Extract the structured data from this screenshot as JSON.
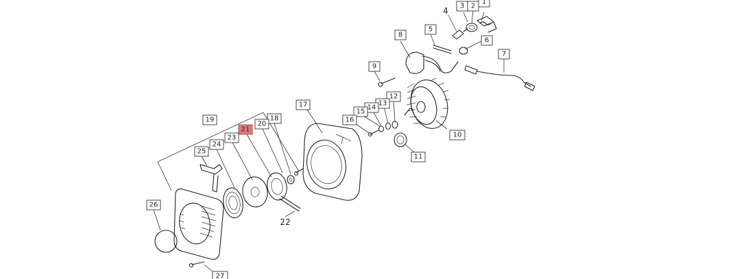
{
  "callouts": {
    "c1": "1",
    "c2": "2",
    "c3": "3",
    "c4": "4",
    "c5": "5",
    "c6": "6",
    "c7": "7",
    "c8": "8",
    "c9": "9",
    "c10": "10",
    "c11": "11",
    "c12": "12",
    "c13": "13",
    "c14": "14",
    "c15": "15",
    "c16": "16",
    "c17": "17",
    "c18": "18",
    "c19": "19",
    "c20": "20",
    "c21": "21",
    "c22": "22",
    "c23": "23",
    "c24": "24",
    "c25": "25",
    "c26": "26",
    "c27": "27"
  },
  "highlight_color": "#e07b7b"
}
